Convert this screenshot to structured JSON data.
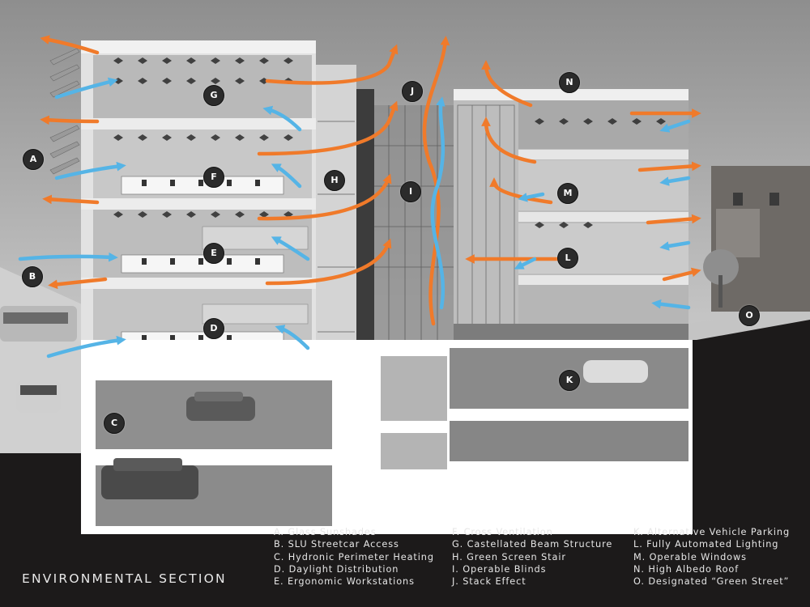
{
  "title": "ENVIRONMENTAL SECTION",
  "markers": [
    {
      "id": "A"
    },
    {
      "id": "B"
    },
    {
      "id": "C"
    },
    {
      "id": "D"
    },
    {
      "id": "E"
    },
    {
      "id": "F"
    },
    {
      "id": "G"
    },
    {
      "id": "H"
    },
    {
      "id": "I"
    },
    {
      "id": "J"
    },
    {
      "id": "K"
    },
    {
      "id": "L"
    },
    {
      "id": "M"
    },
    {
      "id": "N"
    },
    {
      "id": "O"
    }
  ],
  "legend": {
    "col1": [
      "A.  Glass Sunshades",
      "B.  SLU Streetcar Access",
      "C.  Hydronic Perimeter Heating",
      "D.  Daylight Distribution",
      "E.  Ergonomic Workstations"
    ],
    "col2": [
      "F.  Cross Ventilation",
      "G.  Castellated Beam Structure",
      "H.  Green Screen Stair",
      "I.  Operable Blinds",
      "J.  Stack Effect"
    ],
    "col3": [
      "K.  Alternative Vehicle Parking",
      "L.  Fully Automated Lighting",
      "M.  Operable Windows",
      "N.  High Albedo Roof",
      "O.  Designated “Green Street”"
    ]
  },
  "colors": {
    "warm_air": "#f07a2a",
    "cool_air": "#55b4e6",
    "marker_fill": "#2b2b2b",
    "ground": "#1c1a1a",
    "sky": "#a6a6a6"
  }
}
